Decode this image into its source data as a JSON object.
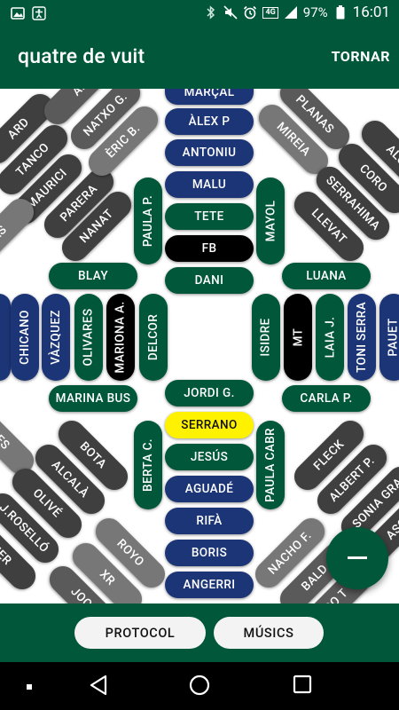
{
  "status_bar": {
    "network_label": "4G",
    "battery": "97%",
    "time": "16:01"
  },
  "app_bar": {
    "title": "quatre de vuit",
    "back_label": "TORNAR"
  },
  "castle": {
    "center_column": [
      "MARÇAL",
      "ÀLEX P",
      "ANTONIU",
      "MALU",
      "TETE",
      "FB",
      "DANI",
      "JORDI G.",
      "SERRANO",
      "JESÚS",
      "AGUADÉ",
      "RIFÀ",
      "BORIS",
      "ANGERRI"
    ],
    "vertical": {
      "paula_p": "PAULA P.",
      "mayol": "MAYOL",
      "berta_c": "BERTA C.",
      "paula_cabr": "PAULA CABR",
      "chicano": "CHICANO",
      "vazquez": "VÀZQUEZ",
      "olivares": "OLIVARES",
      "mariona_a": "MARIONA A.",
      "delcor": "DELCOR",
      "isidre": "ISIDRE",
      "mt": "MT",
      "laia_j": "LAIA J.",
      "toni_serra": "TONI SERRA",
      "pauet": "PAUET"
    },
    "horizontal": {
      "blay": "BLAY",
      "luana": "LUANA",
      "marina_bus": "MARINA BUS",
      "carla_p": "CARLA P."
    },
    "diagonal_top_left": [
      "ARD",
      "TANCO",
      "MAURICI",
      "PARERA",
      "NANAT",
      "A.",
      "NATXO G.",
      "ÈRIC B.",
      "AS"
    ],
    "diagonal_top_right": [
      "PLANAS",
      "MIREIA",
      "ALC",
      "CORO",
      "SERRAHIMA",
      "LLEVAT"
    ],
    "diagonal_bottom_left": [
      "NES",
      "BOTA",
      "ALCALÀ",
      "OLIVÉ",
      "J.ROSELLÓ",
      "HER",
      "ROYO",
      "XR",
      "JOOD"
    ],
    "diagonal_bottom_right": [
      "FLECK",
      "ALBERT P.",
      "SONIA GRA",
      "ASCA",
      "NACHO F.",
      "BALD",
      "GO T"
    ]
  },
  "bottom_bar": {
    "protocol_label": "PROTOCOL",
    "musics_label": "MÚSICS"
  },
  "colors": {
    "primary_green": "#00573a",
    "navy": "#1c3577",
    "black": "#000000",
    "highlight_yellow": "#fff200",
    "dark_gray": "#3f3f3f",
    "mid_gray": "#5a5a5a",
    "light_gray": "#777777"
  },
  "icons": {
    "status_left": [
      "photo-icon",
      "accessibility-icon"
    ],
    "status_right": [
      "bluetooth-icon",
      "mute-icon",
      "alarm-icon",
      "signal-icon",
      "battery-icon"
    ],
    "fab": "minus-icon",
    "nav": [
      "back-icon",
      "home-icon",
      "recents-icon"
    ]
  }
}
